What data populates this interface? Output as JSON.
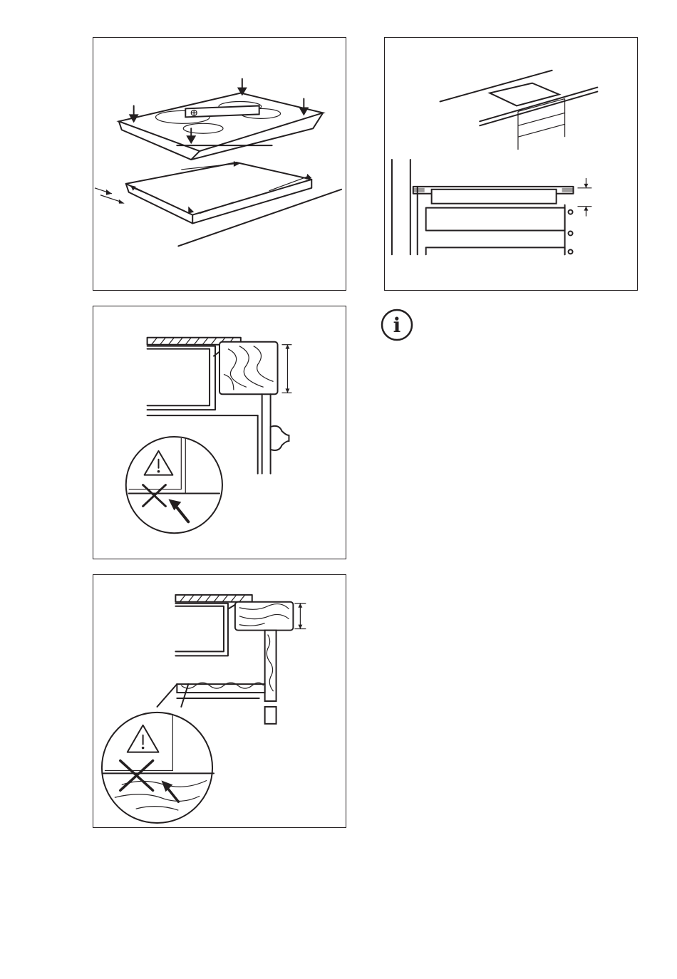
{
  "figures": [
    {
      "id": "hob-placement",
      "icon": "hob-seal-installation-illustration"
    },
    {
      "id": "hob-in-cutout",
      "icon": "hob-countertop-section-illustration"
    },
    {
      "id": "wood-frame-wrong",
      "icon": "warning-triangle-icon"
    },
    {
      "id": "wood-shelf-wrong",
      "icon": "warning-triangle-icon"
    }
  ],
  "info_icon": {
    "glyph": "i",
    "icon": "information-icon"
  },
  "colors": {
    "ink": "#231f20",
    "paper": "#ffffff"
  }
}
